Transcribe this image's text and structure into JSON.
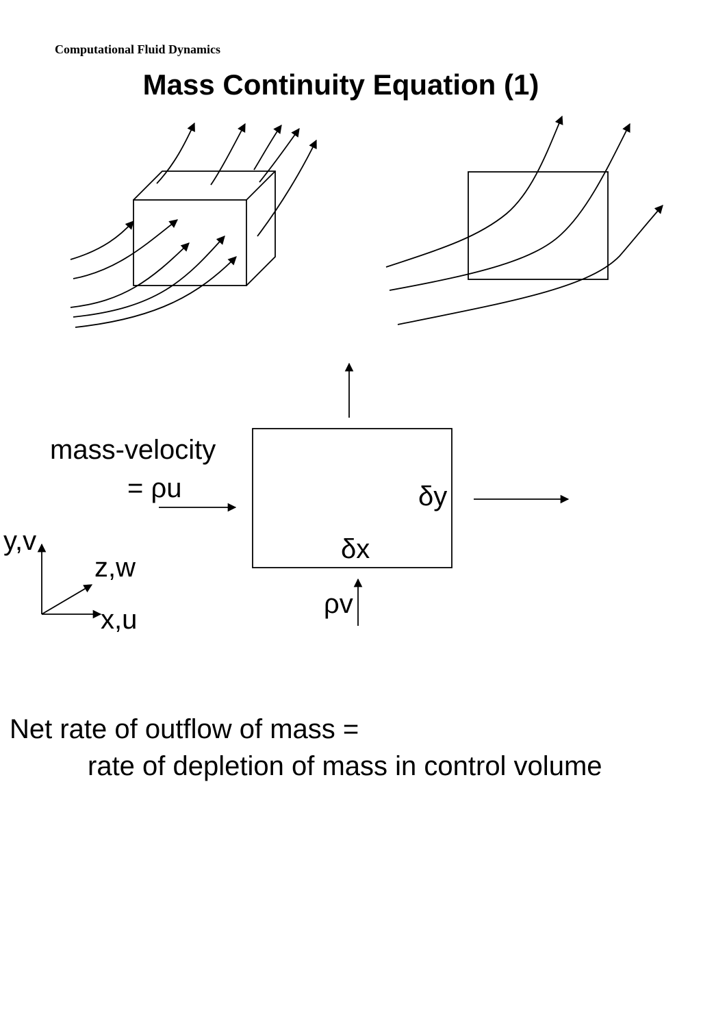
{
  "header": {
    "course": "Computational Fluid Dynamics"
  },
  "title": "Mass Continuity Equation (1)",
  "diagram": {
    "mass_velocity_label": "mass-velocity",
    "mass_velocity_expr": "= ρu",
    "delta_x": "δx",
    "delta_y": "δy",
    "rho_v": "ρv",
    "axis_y": "y,v",
    "axis_z": "z,w",
    "axis_x": "x,u"
  },
  "statement": {
    "line1": "Net rate of outflow of mass =",
    "line2": "rate of depletion of mass in control volume"
  }
}
